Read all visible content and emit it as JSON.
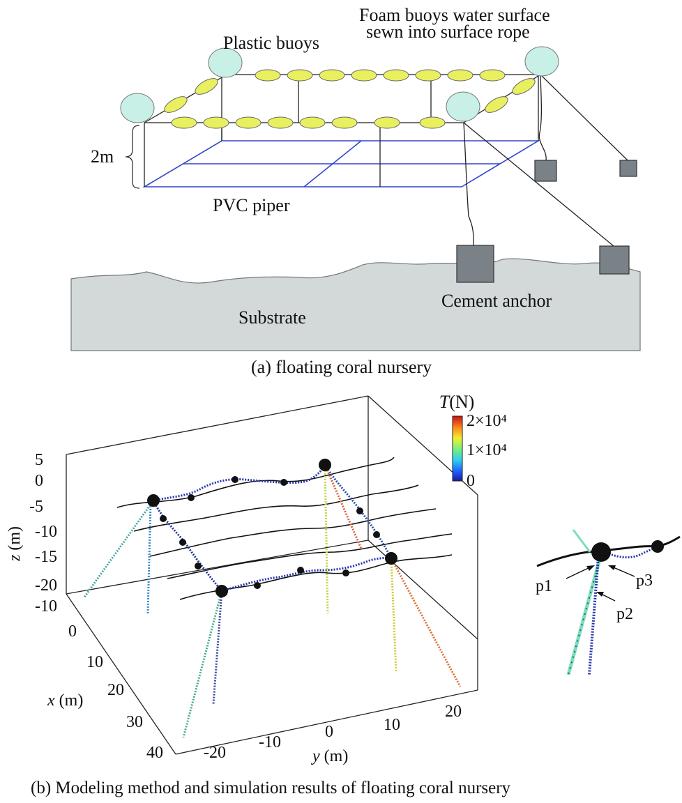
{
  "panel_a": {
    "label_foam": "Foam buoys water surface",
    "label_sewn": "sewn into surface rope",
    "label_plastic": "Plastic buoys",
    "label_depth": "2m",
    "label_pvc": "PVC piper",
    "label_substrate": "Substrate",
    "label_anchor": "Cement anchor",
    "caption": "(a) floating coral nursery"
  },
  "panel_b": {
    "colorbar_title_var": "T",
    "colorbar_title_unit": "(N)",
    "colorbar_ticks": [
      "2×10⁴",
      "1×10⁴",
      "0"
    ],
    "z_axis": {
      "label_var": "z",
      "label_unit": "(m)",
      "ticks": [
        "5",
        "0",
        "-5",
        "-10",
        "-15",
        "-20"
      ]
    },
    "x_axis": {
      "label_var": "x",
      "label_unit": "(m)",
      "ticks": [
        "-10",
        "0",
        "10",
        "20",
        "30",
        "40"
      ]
    },
    "y_axis": {
      "label_var": "y",
      "label_unit": "(m)",
      "ticks": [
        "-20",
        "-10",
        "0",
        "10",
        "20"
      ]
    },
    "inset_labels": [
      "p1",
      "p2",
      "p3"
    ],
    "caption": "(b) Modeling method and simulation results of floating coral nursery"
  },
  "colors": {
    "pvc": "#3344cc",
    "buoy_plastic": "#c8f0e6",
    "buoy_foam": "#e8f060",
    "anchor": "#7a8288",
    "substrate": "#d3d8d9"
  }
}
